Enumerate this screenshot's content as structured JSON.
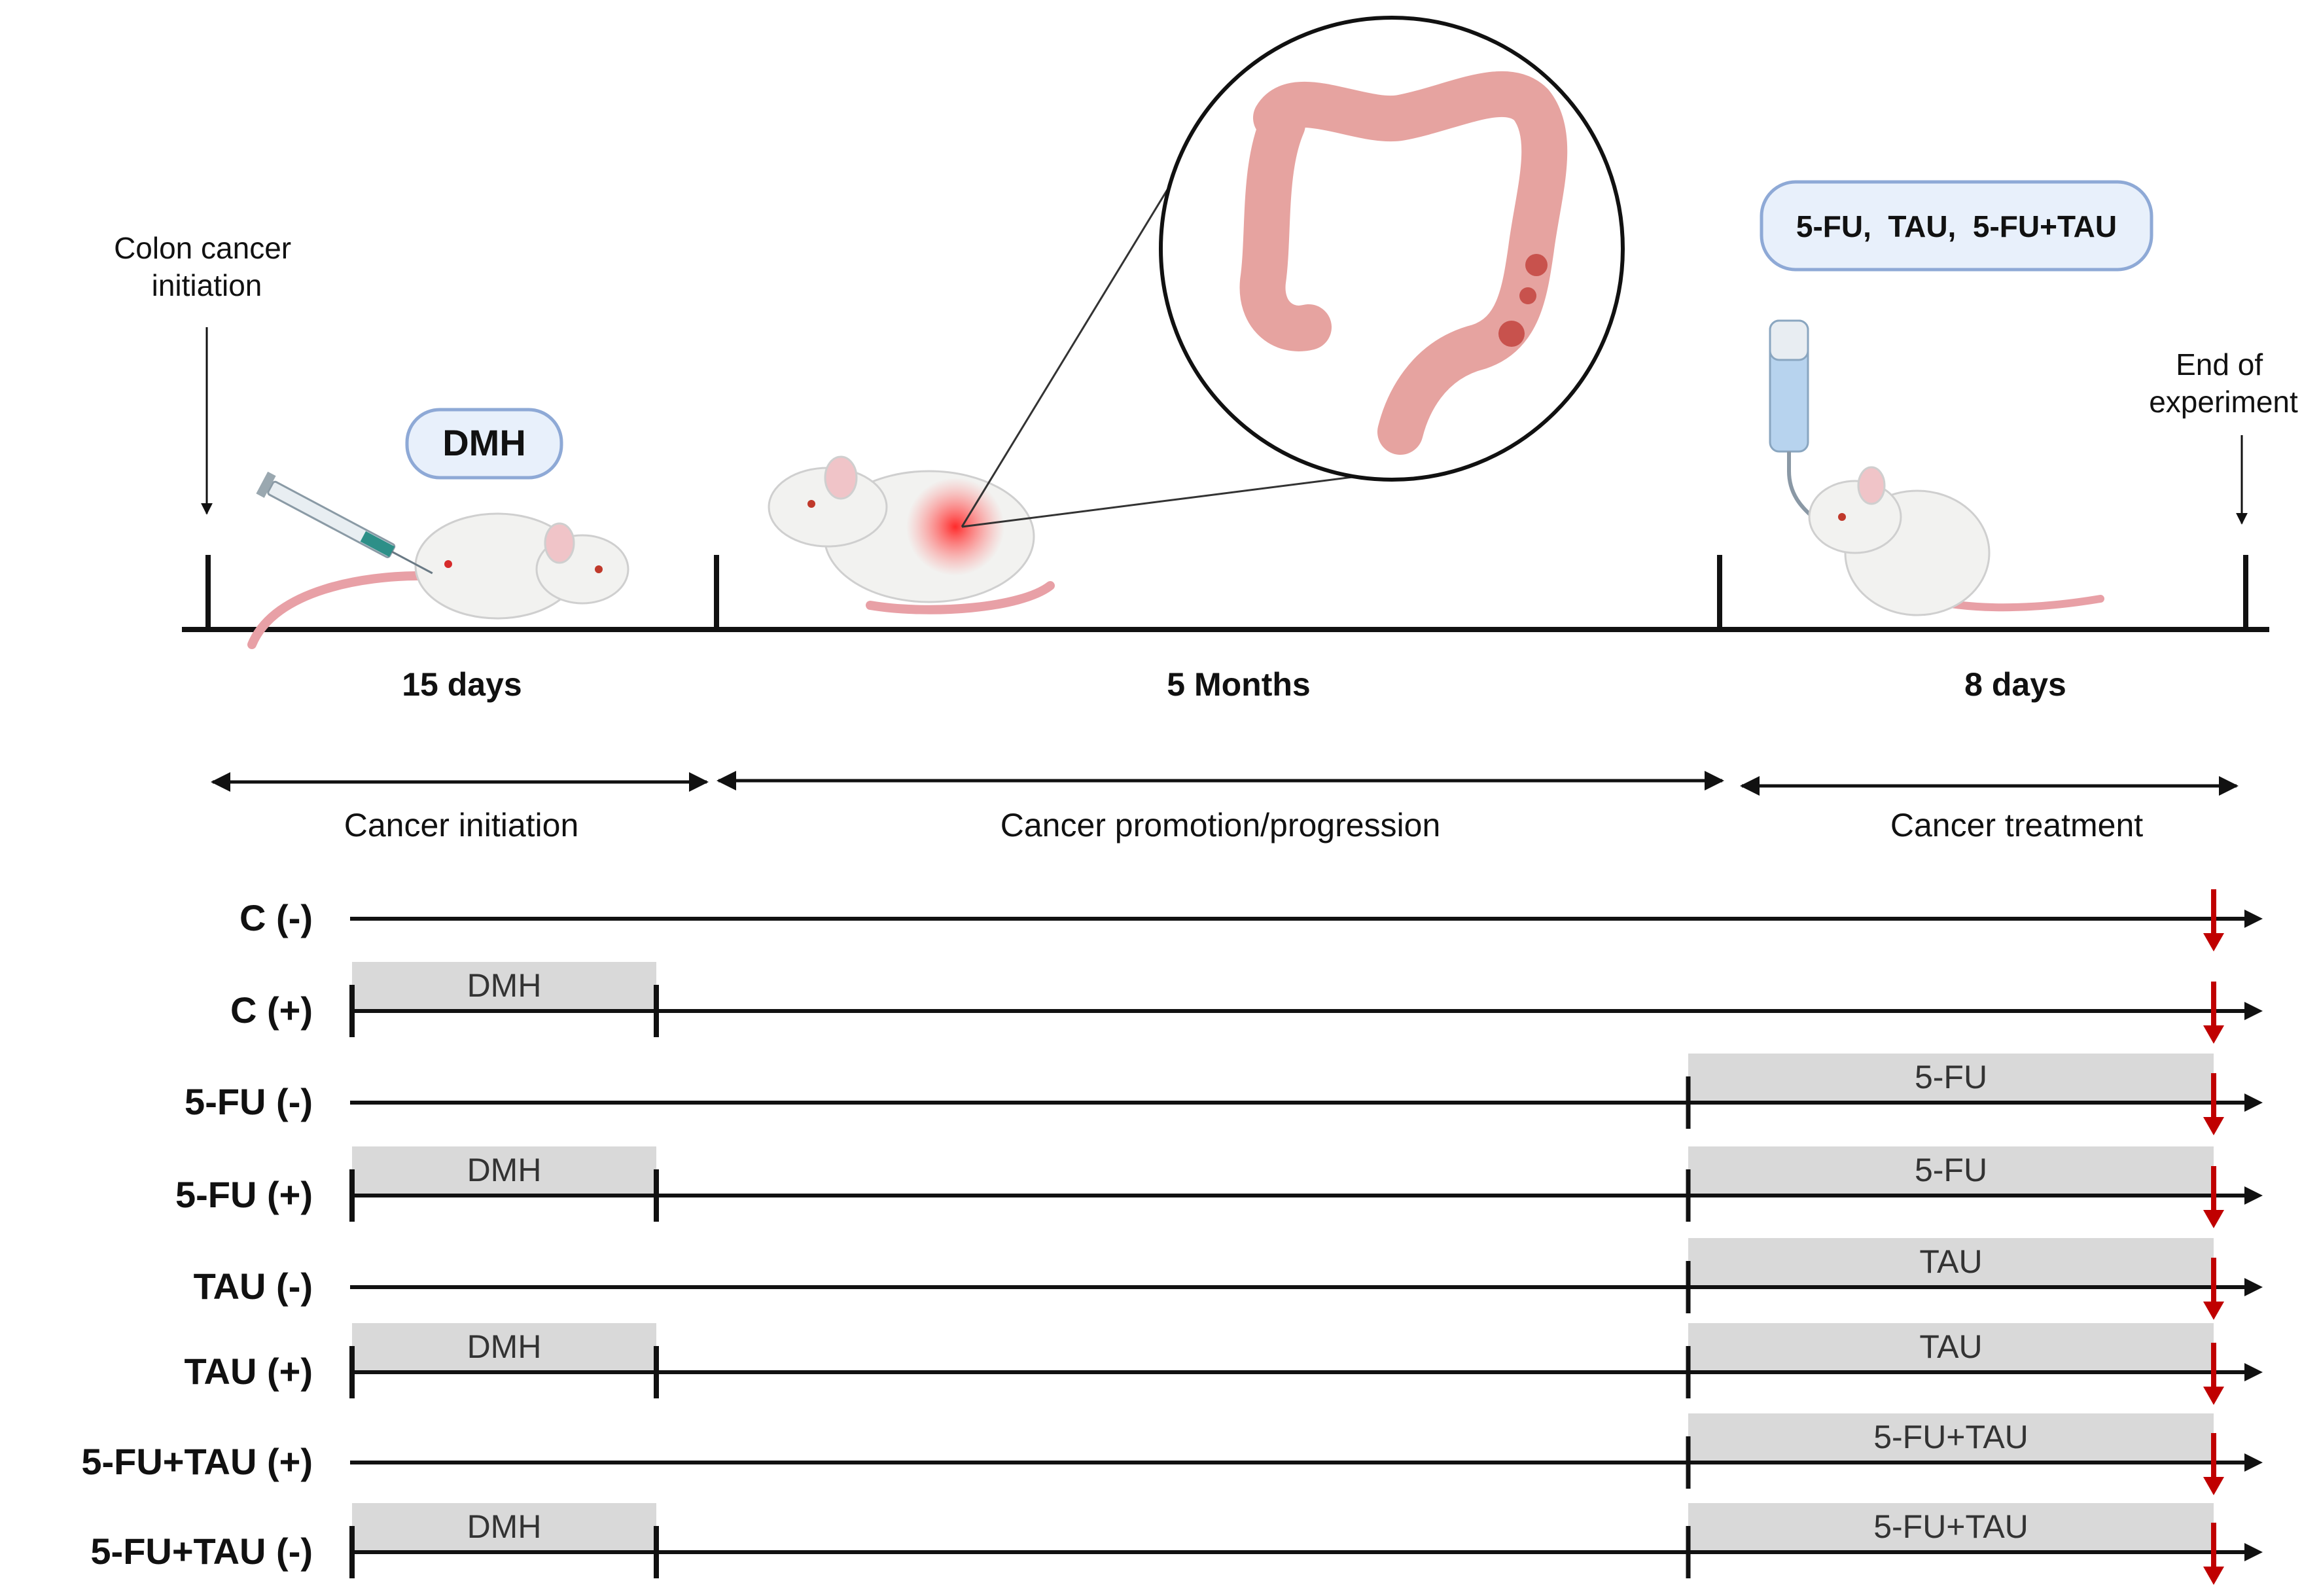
{
  "top_timeline": {
    "start_marker": "Colon cancer initiation",
    "start_marker_lines": [
      "Colon cancer",
      "initiation"
    ],
    "end_marker_lines": [
      "End of",
      "experiment"
    ],
    "dmh_badge": "DMH",
    "treatment_badge": "5-FU,  TAU,  5-FU+TAU",
    "durations": [
      "15 days",
      "5 Months",
      "8 days"
    ],
    "phases": [
      "Cancer initiation",
      "Cancer promotion/progression",
      "Cancer treatment"
    ]
  },
  "groups": [
    {
      "name": "C (-)",
      "dmh": false,
      "treatment": ""
    },
    {
      "name": "C (+)",
      "dmh": true,
      "treatment": ""
    },
    {
      "name": "5-FU (-)",
      "dmh": false,
      "treatment": "5-FU"
    },
    {
      "name": "5-FU (+)",
      "dmh": true,
      "treatment": "5-FU"
    },
    {
      "name": "TAU (-)",
      "dmh": false,
      "treatment": "TAU"
    },
    {
      "name": "TAU (+)",
      "dmh": true,
      "treatment": "TAU"
    },
    {
      "name": "5-FU+TAU (+)",
      "dmh": false,
      "treatment": "5-FU+TAU"
    },
    {
      "name": "5-FU+TAU (-)",
      "dmh": true,
      "treatment": "5-FU+TAU"
    }
  ],
  "dmh_bar_label": "DMH",
  "colors": {
    "line": "#111111",
    "bar": "#d9d9d9",
    "end_arrow": "#c00000",
    "badge_fill": "#e8f0fb",
    "badge_stroke": "#8ea9d6"
  }
}
